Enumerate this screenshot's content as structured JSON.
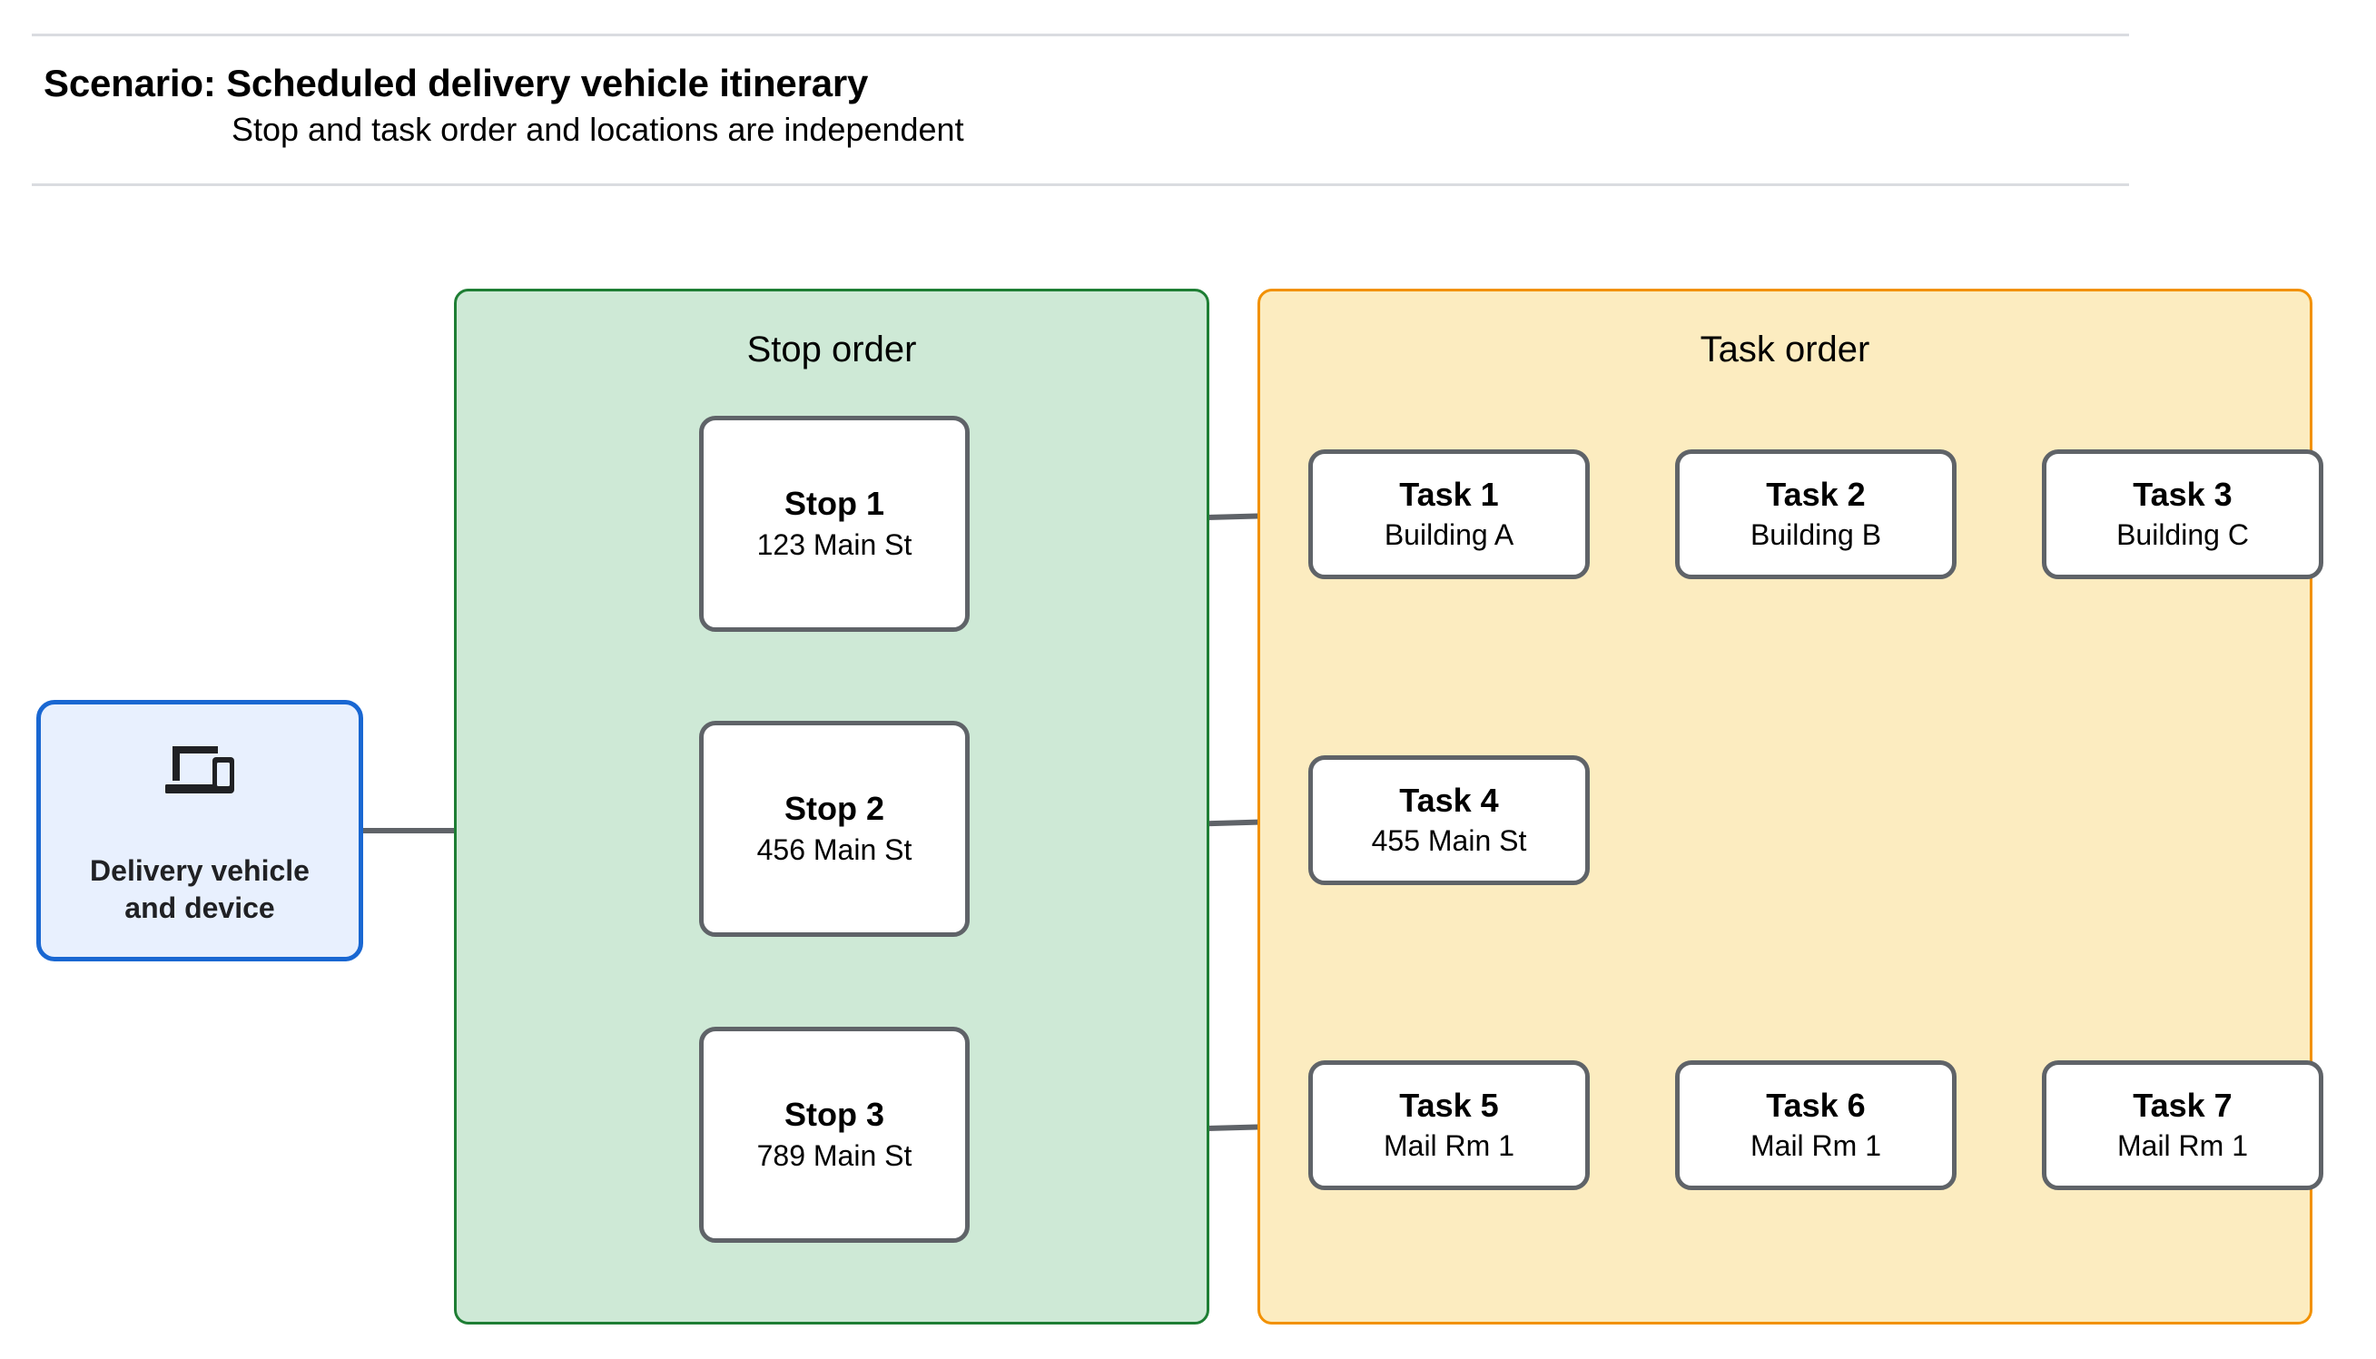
{
  "header": {
    "title": "Scenario: Scheduled delivery vehicle itinerary",
    "subtitle": "Stop and task order and locations are independent"
  },
  "vehicle": {
    "label": "Delivery vehicle\nand device",
    "icon": "devices-icon",
    "border_color": "#1967d2",
    "fill_color": "#e8f0fe"
  },
  "groups": {
    "stop_order": {
      "title": "Stop order",
      "border_color": "#1e7e34",
      "fill_color": "#cee9d6"
    },
    "task_order": {
      "title": "Task order",
      "border_color": "#f29100",
      "fill_color": "#fcecc0"
    }
  },
  "stops": [
    {
      "title": "Stop 1",
      "address": "123 Main St"
    },
    {
      "title": "Stop 2",
      "address": "456 Main St"
    },
    {
      "title": "Stop 3",
      "address": "789 Main St"
    }
  ],
  "task_rows": [
    [
      {
        "title": "Task 1",
        "location": "Building A"
      },
      {
        "title": "Task 2",
        "location": "Building B"
      },
      {
        "title": "Task 3",
        "location": "Building C"
      }
    ],
    [
      {
        "title": "Task 4",
        "location": "455 Main St"
      }
    ],
    [
      {
        "title": "Task 5",
        "location": "Mail Rm 1"
      },
      {
        "title": "Task 6",
        "location": "Mail Rm 1"
      },
      {
        "title": "Task 7",
        "location": "Mail Rm 1"
      }
    ]
  ],
  "connector_color": "#5f6368"
}
